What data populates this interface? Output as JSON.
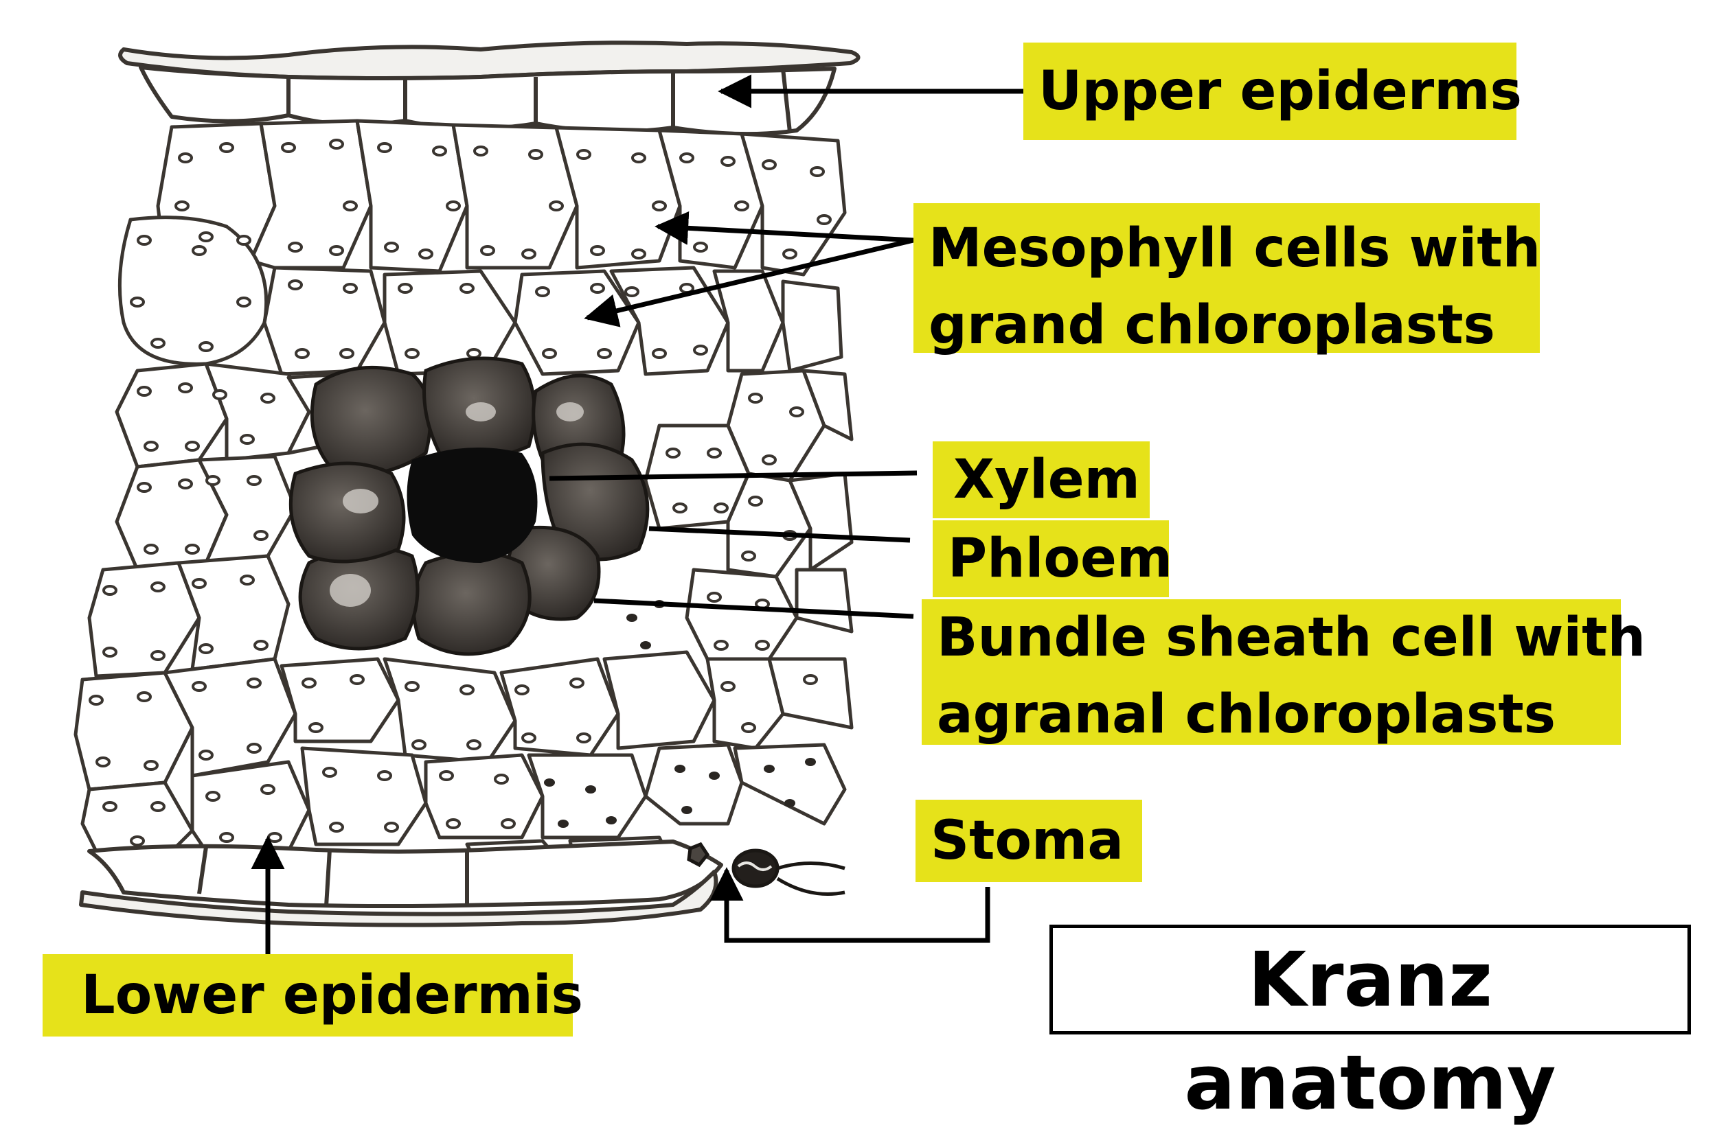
{
  "labels": {
    "upper_epidermis": "Upper epiderms",
    "mesophyll_line1": "Mesophyll cells with",
    "mesophyll_line2": "grand chloroplasts",
    "xylem": "Xylem",
    "phloem": "Phloem",
    "bundle_sheath_line1": "Bundle sheath cell with",
    "bundle_sheath_line2": "agranal chloroplasts",
    "stoma": "Stoma",
    "lower_epidermis": "Lower epidermis"
  },
  "title": "Kranz anatomy",
  "colors": {
    "label_highlight": "#e6e21a",
    "ink": "#000000",
    "cell_wall": "#3a3530",
    "bundle_sheath": "#3a3632",
    "vascular_core": "#0c0c0c"
  }
}
